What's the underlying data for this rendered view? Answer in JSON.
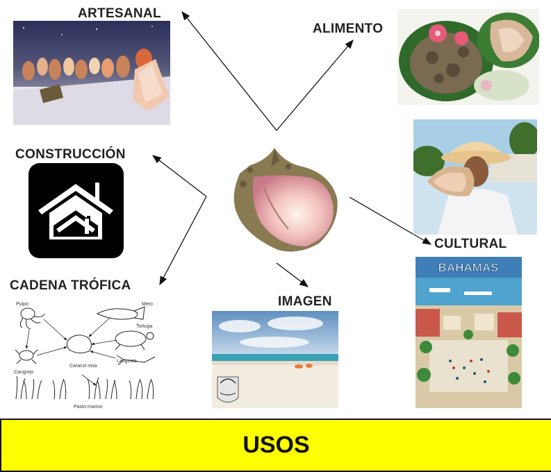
{
  "center": {
    "name": "conch-shell"
  },
  "uses": {
    "artesanal": "ARTESANAL",
    "alimento": "ALIMENTO",
    "construccion": "CONSTRUCCIÓN",
    "cultural": "CULTURAL",
    "cadena_trofica": "CADENA TRÓFICA",
    "imagen": "IMAGEN"
  },
  "food_web": {
    "pulpo": "Pulpo",
    "mero": "Mero",
    "tortuga": "Tortuga",
    "cangrejo": "Cangrejo",
    "caracol_rosa": "Caracol rosa",
    "langosta": "Langosta",
    "pasto_marino": "Pasto marino"
  },
  "poster": {
    "title": "BAHAMAS"
  },
  "banner": {
    "title": "USOS"
  },
  "colors": {
    "banner": "#ffff00",
    "house_tile": "#000000",
    "arrow": "#111111"
  }
}
